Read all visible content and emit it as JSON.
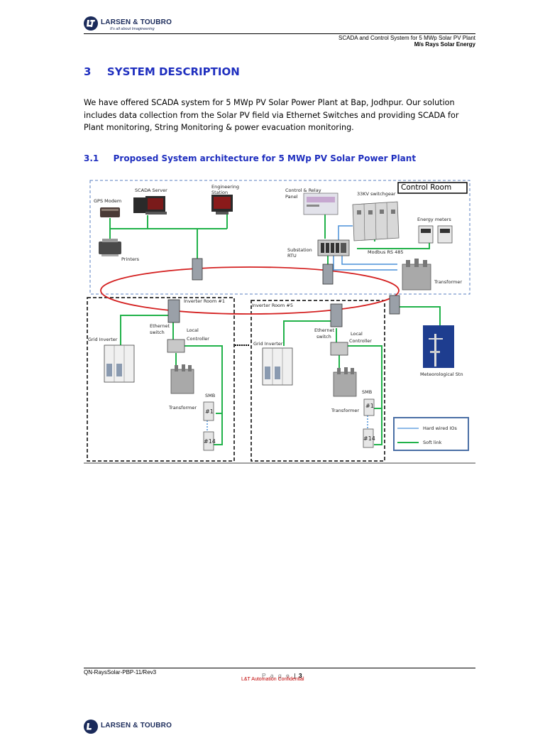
{
  "header": {
    "company": "LARSEN & TOUBRO",
    "tagline": "It's all about Imagineering",
    "doc_title": "SCADA and Control System for 5 MWp Solar PV Plant",
    "client": "M/s Rays Solar Energy"
  },
  "section": {
    "number": "3",
    "title": "SYSTEM DESCRIPTION",
    "paragraph_lines": [
      "We have offered SCADA system for 5 MWp PV Solar Power Plant at Bap, Jodhpur. Our solution",
      "includes data collection from the Solar PV field via Ethernet Switches and providing SCADA for",
      "Plant monitoring, String Monitoring & power evacuation monitoring."
    ]
  },
  "subsection": {
    "number": "3.1",
    "title": "Proposed System architecture for 5 MWp PV Solar Power Plant"
  },
  "diagram": {
    "control_room": "Control Room",
    "gps_modem": "GPS Modem",
    "scada_server": "SCADA Server",
    "engineering_station_1": "Engineering",
    "engineering_station_2": "Station",
    "control_relay_panel_1": "Control & Relay",
    "control_relay_panel_2": "Panel",
    "switchgear": "33KV switchgear",
    "energy_meters": "Energy meters",
    "printers": "Printers",
    "substation_rtu_1": "Substation",
    "substation_rtu_2": "RTU",
    "modbus": "Modbus RS 485",
    "transformer_main": "Transformer",
    "inverter_room_1": "Inverter Room #1",
    "inverter_room_5": "Inverter Room #5",
    "ethernet_switch_1": "Ethernet",
    "ethernet_switch_2": "switch",
    "local_controller_1": "Local",
    "local_controller_2": "Controller",
    "grid_inverter": "Grid Inverter",
    "smb": "SMB",
    "transformer": "Transformer",
    "smb_first": "#1",
    "smb_last": "#14",
    "met_station": "Meteorological Stn",
    "legend_hardwired": "Hard wired IOs",
    "legend_soft": "Soft link"
  },
  "colors": {
    "heading_blue": "#1f2fbf",
    "soft_link_green": "#21b24a",
    "hardwired_blue": "#4a90d9",
    "ring_red": "#d42020",
    "confidential_red": "#c00000"
  },
  "footer": {
    "doc_ref": "QN-RaysSolar-PBP-11/Rev3",
    "page_label": "P a g e",
    "page_number": "3",
    "confidential": "L&T Automation Confidential"
  }
}
